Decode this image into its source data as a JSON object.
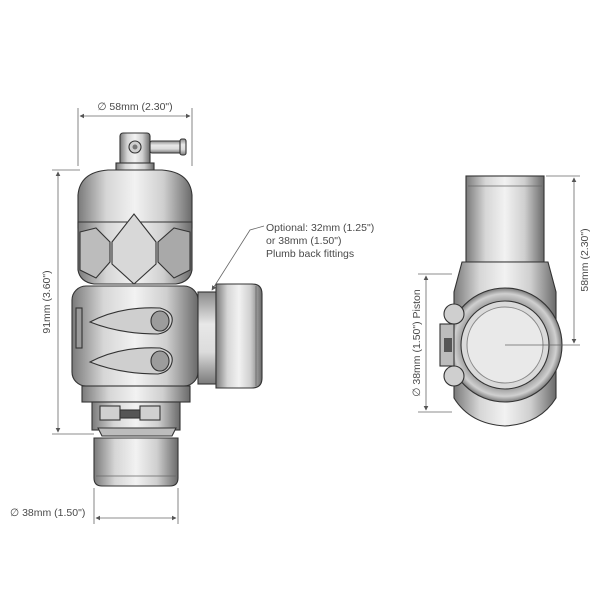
{
  "dimensions": {
    "top_width": "∅ 58mm (2.30\")",
    "height": "91mm (3.60\")",
    "bottom_diameter": "∅ 38mm (1.50\")",
    "side_height": "58mm (2.30\")",
    "piston": "∅ 38mm (1.50\") Piston"
  },
  "note": {
    "line1": "Optional: 32mm (1.25\")",
    "line2": "or 38mm (1.50\")",
    "line3": "Plumb back fittings"
  },
  "colors": {
    "body_light": "#e4e4e4",
    "body_mid": "#bdbdbd",
    "body_dark": "#6e6e6e",
    "line": "#333333"
  }
}
